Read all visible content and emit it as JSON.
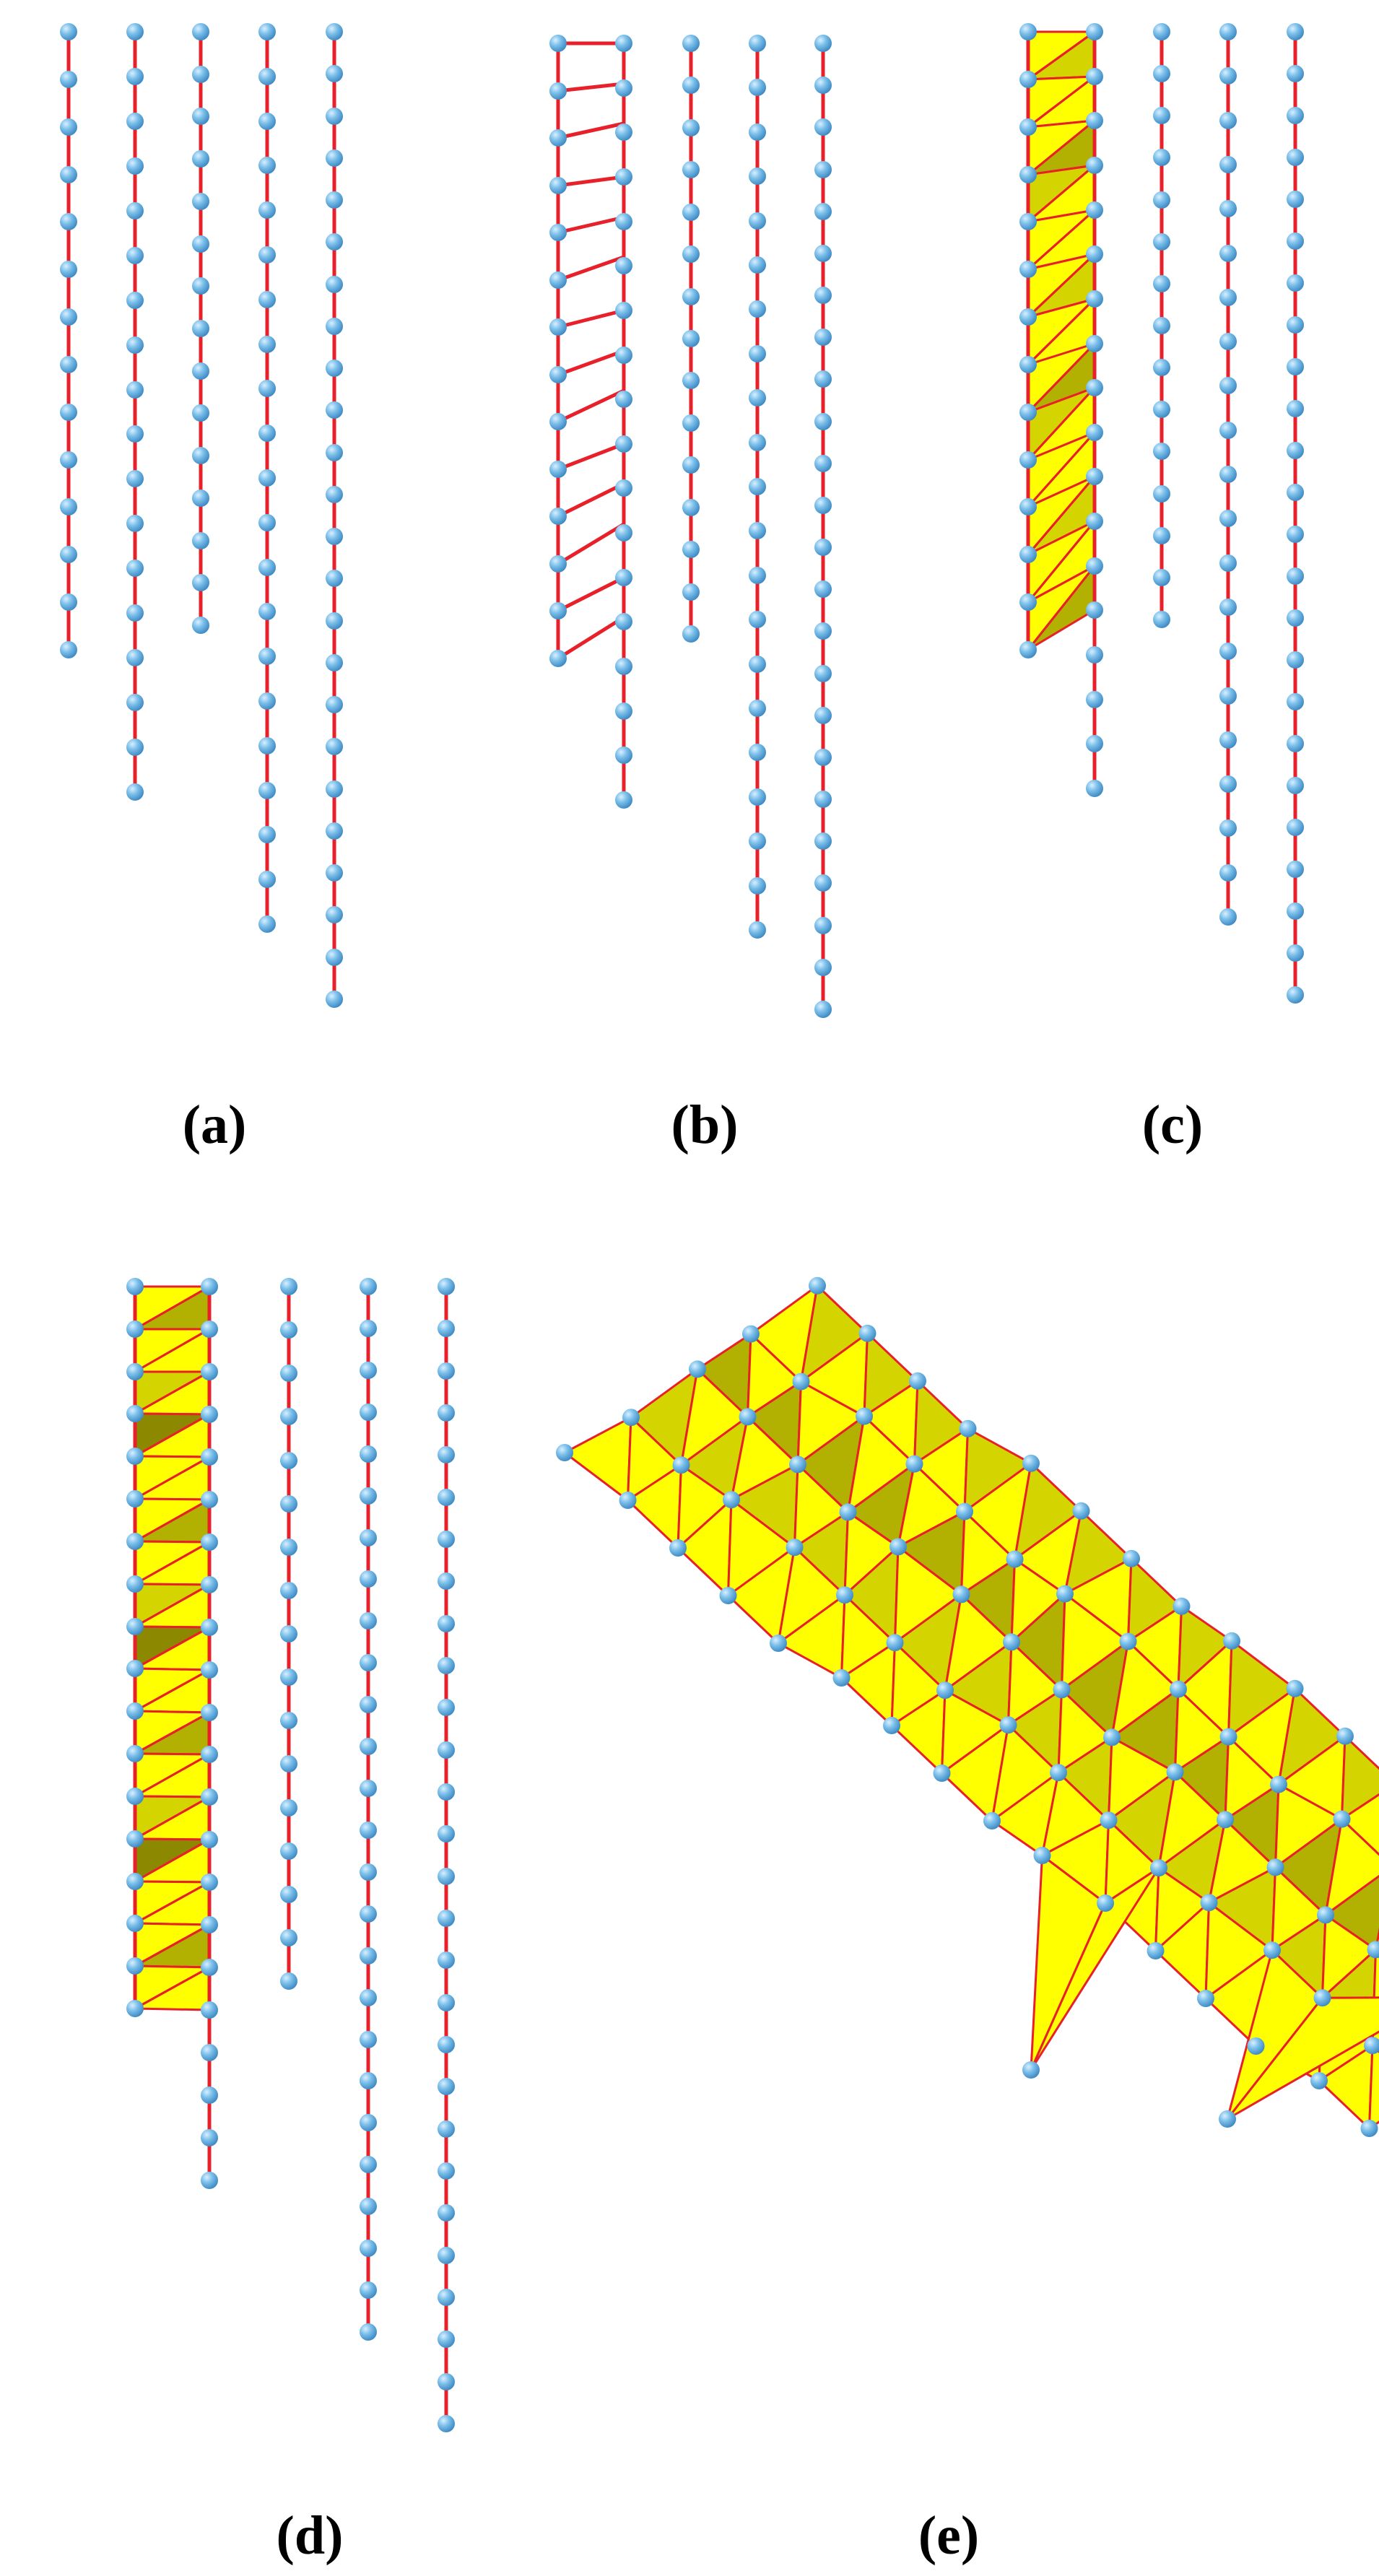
{
  "panels": [
    {
      "id": "a",
      "label": "(a)"
    },
    {
      "id": "b",
      "label": "(b)"
    },
    {
      "id": "c",
      "label": "(c)"
    },
    {
      "id": "d",
      "label": "(d)"
    },
    {
      "id": "e",
      "label": "(e)"
    }
  ],
  "colors": {
    "edge": "#e8202a",
    "node": "#7cc0ea",
    "node_highlight": "#d9efff",
    "node_shade": "#3f8ac4",
    "face": "#ffff00",
    "face_shade_light": "#d4d400",
    "face_shade_mid": "#b2b000",
    "face_shade_dark": "#8c8800"
  }
}
